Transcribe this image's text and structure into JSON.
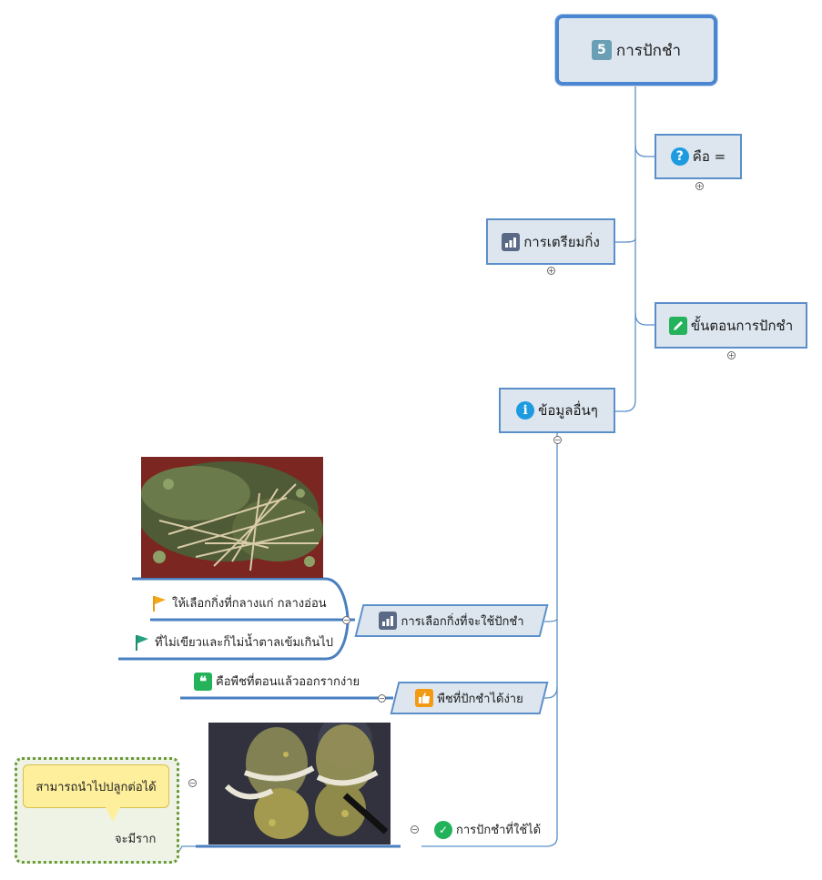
{
  "root": {
    "number": "5",
    "label": "การปักชำ"
  },
  "branches": {
    "definition": {
      "label": "คือ =",
      "icon": "question-icon"
    },
    "prepare": {
      "label": "การเตรียมกิ่ง",
      "icon": "chart-icon"
    },
    "steps": {
      "label": "ขั้นตอนการปักชำ",
      "icon": "pencil-icon"
    },
    "other": {
      "label": "ข้อมูลอื่นๆ",
      "icon": "info-icon"
    }
  },
  "subtopics": {
    "select": {
      "label": "การเลือกกิ่งที่จะใช้ปักชำ",
      "icon": "chart-icon",
      "items": [
        {
          "text": "ให้เลือกกิ่งที่กลางแก่ กลางอ่อน",
          "icon": "orange-flag-icon"
        },
        {
          "text": "ที่ไม่เขียวและก็ไม่น้ำตาลเข้มเกินไป",
          "icon": "teal-flag-icon"
        }
      ]
    },
    "easy": {
      "label": "พืชที่ปักชำได้ง่าย",
      "icon": "thumbs-up-icon",
      "items": [
        {
          "text": "คือพืชที่ตอนแล้วออกรากง่าย",
          "icon": "quote-icon"
        }
      ]
    },
    "usable": {
      "label": "การปักชำที่ใช้ได้",
      "icon": "check-icon",
      "result": "จะมีราก",
      "callout": "สามารถนำไปปลูกต่อได้"
    }
  },
  "colors": {
    "node_fill": "#dde6ef",
    "node_border": "#5b8fc9",
    "connector": "#5b8fc9",
    "callout_fill": "#fdef9b",
    "callout_frame": "#6a9a3a"
  }
}
